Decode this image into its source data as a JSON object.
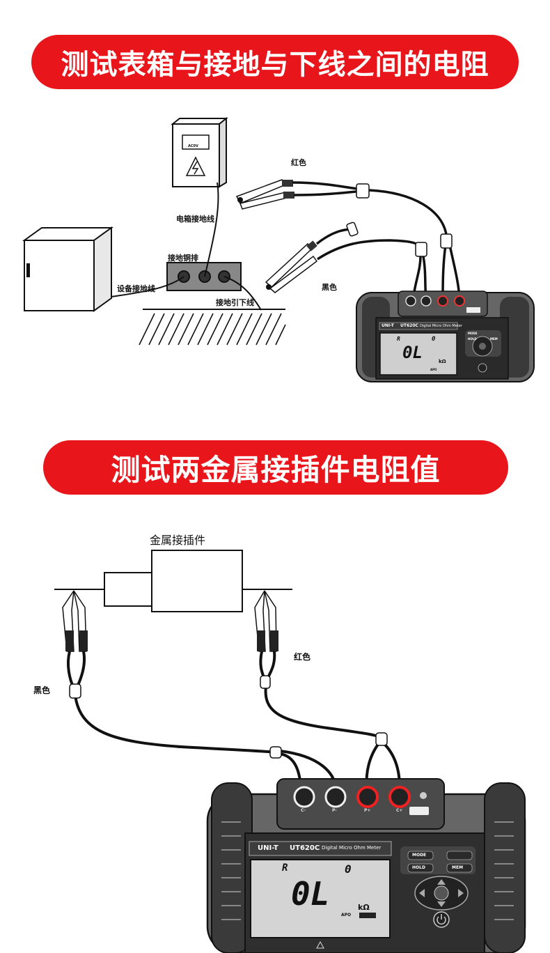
{
  "section1": {
    "title": "测试表箱与接地与下线之间的电阻",
    "labels": {
      "red": "红色",
      "black": "黑色",
      "box_ground_wire": "电箱接地线",
      "ground_copper_bar": "接地铜排",
      "equipment_ground_wire": "设备接地线",
      "ground_down_lead": "接地引下线",
      "box_symbol": "AC0V"
    }
  },
  "section2": {
    "title": "测试两金属接插件电阻值",
    "labels": {
      "connector": "金属接插件",
      "red": "红色",
      "black": "黑色"
    }
  },
  "meter": {
    "brand": "UNI-T",
    "model": "UT620C",
    "description": "Digital Micro Ohm Meter",
    "display_value": "0L",
    "range_indicator": "R",
    "zero_indicator": "0",
    "unit": "kΩ",
    "apo_label": "APO",
    "buttons": {
      "mode": "MODE",
      "hold": "HOLD",
      "mem": "MEM"
    },
    "terminals": [
      "C-",
      "P-",
      "P+",
      "C+"
    ]
  }
}
